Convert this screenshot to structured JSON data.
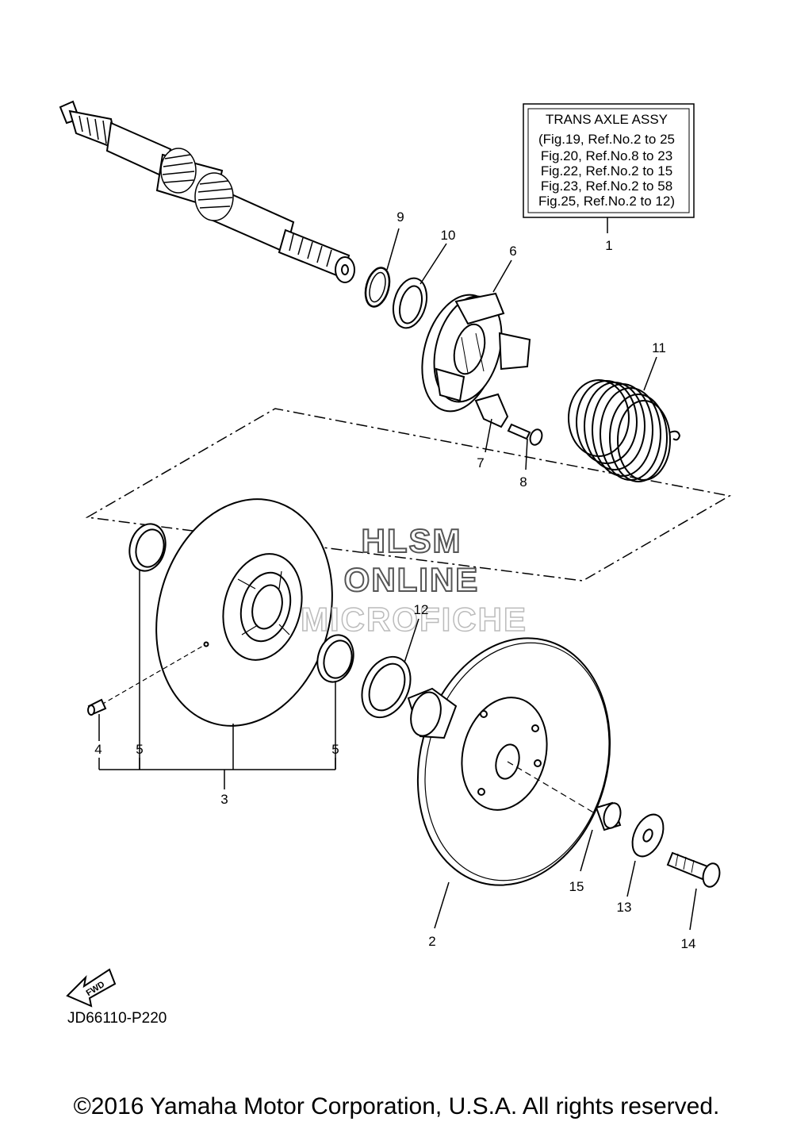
{
  "assy_box": {
    "title": "TRANS AXLE ASSY",
    "lines": [
      "(Fig.19, Ref.No.2 to 25",
      "Fig.20, Ref.No.8 to 23",
      "Fig.22, Ref.No.2 to 15",
      "Fig.23, Ref.No.2 to 58",
      "Fig.25, Ref.No.2 to 12)"
    ]
  },
  "callouts": {
    "c1": "1",
    "c2": "2",
    "c3": "3",
    "c4": "4",
    "c5a": "5",
    "c5b": "5",
    "c6": "6",
    "c7": "7",
    "c8": "8",
    "c9": "9",
    "c10": "10",
    "c11": "11",
    "c12": "12",
    "c13": "13",
    "c14": "14",
    "c15": "15"
  },
  "watermark": {
    "line1": "HLSM",
    "line2": "ONLINE",
    "line3": "MICROFICHE"
  },
  "fwd_label": "FWD",
  "diagram_code": "JD66110-P220",
  "copyright": "©2016 Yamaha Motor Corporation, U.S.A. All rights reserved."
}
